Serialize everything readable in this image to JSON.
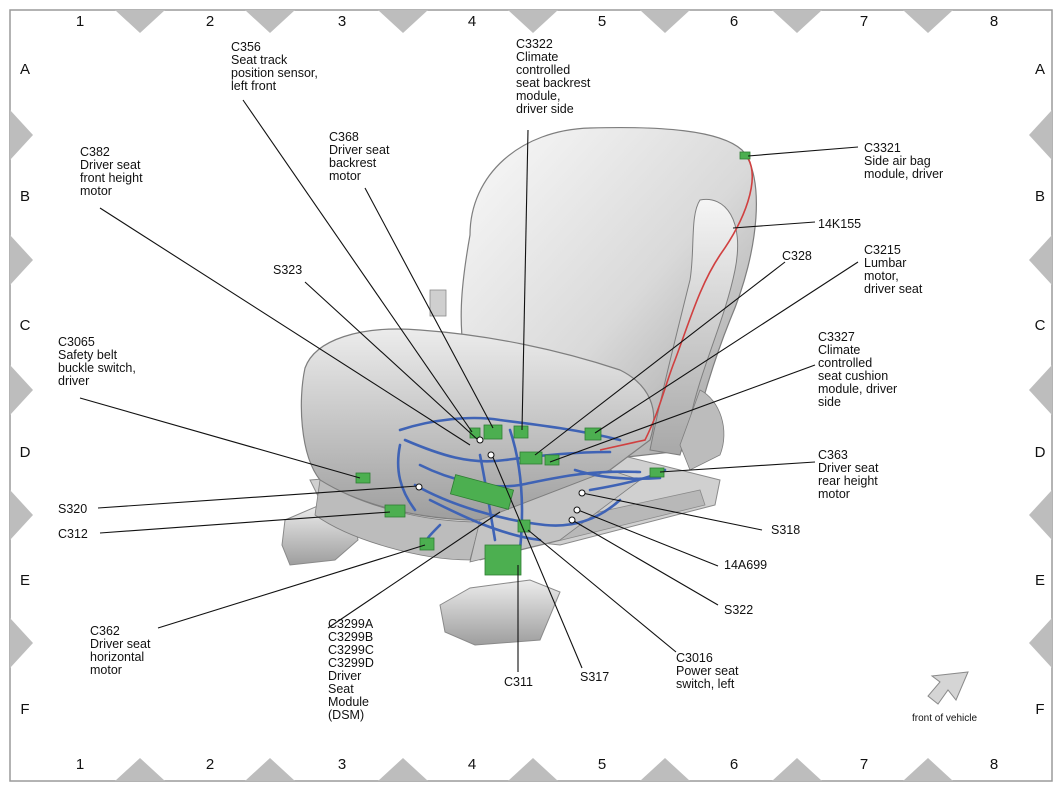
{
  "grid": {
    "columns": [
      "1",
      "2",
      "3",
      "4",
      "5",
      "6",
      "7",
      "8"
    ],
    "rows": [
      "A",
      "B",
      "C",
      "D",
      "E",
      "F"
    ]
  },
  "labels": {
    "c356": "C356\nSeat track\nposition sensor,\nleft front",
    "c3322": "C3322\nClimate\ncontrolled\nseat backrest\nmodule,\ndriver side",
    "c368": "C368\nDriver seat\nbackrest\nmotor",
    "c382": "C382\nDriver seat\nfront height\nmotor",
    "c3321": "C3321\nSide air bag\nmodule, driver",
    "k14k155": "14K155",
    "c328": "C328",
    "c3215": "C3215\nLumbar\nmotor,\ndriver seat",
    "s323": "S323",
    "c3065": "C3065\nSafety belt\nbuckle switch,\ndriver",
    "c3327": "C3327\nClimate\ncontrolled\nseat cushion\nmodule, driver\nside",
    "c363": "C363\nDriver seat\nrear height\nmotor",
    "s320": "S320",
    "c312": "C312",
    "s318": "S318",
    "a14a699": "14A699",
    "s322": "S322",
    "c362": "C362\nDriver seat\nhorizontal\nmotor",
    "c3299": "C3299A\nC3299B\nC3299C\nC3299D\nDriver\nSeat\nModule\n(DSM)",
    "c311": "C311",
    "s317": "S317",
    "c3016": "C3016\nPower seat\nswitch, left",
    "front_of_vehicle": "front of vehicle"
  },
  "colors": {
    "border": "#9a9a9a",
    "marker": "#bdbdbd",
    "harness": "#3f63b5",
    "connector": "#4caf50",
    "wire_red": "#d04040",
    "seat_light": "#f2f2f2",
    "seat_mid": "#c8c8c8",
    "seat_dark": "#8c8c8c"
  },
  "icons": {
    "front_arrow": "front-arrow-icon"
  }
}
